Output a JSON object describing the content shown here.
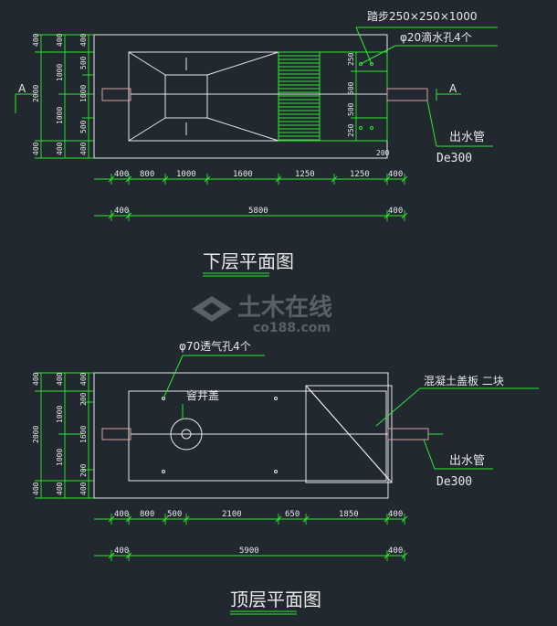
{
  "lower_plan": {
    "title": "下层平面图",
    "step_note": "踏步250×250×1000",
    "drain_hole_note": "φ20滴水孔4个",
    "outlet_pipe_label": "出水管",
    "pipe_size_label": "De300",
    "section_mark": "A",
    "left_dims": {
      "outer": [
        "400",
        "2000",
        "400"
      ],
      "inner": [
        "400",
        "1000",
        "1000",
        "400"
      ],
      "innermost": [
        "500",
        "1000",
        "500"
      ]
    },
    "right_dims": [
      "250",
      "500",
      "500",
      "250"
    ],
    "small_dim": "200",
    "bottom_dims_row1": [
      "400",
      "800",
      "1000",
      "1600",
      "1250",
      "1250",
      "400"
    ],
    "bottom_dims_row2": [
      "400",
      "5800",
      "400"
    ]
  },
  "top_plan": {
    "title": "顶层平面图",
    "vent_hole_note": "φ70透气孔4个",
    "manhole_cover_label": "窨井盖",
    "cover_slab_note": "混凝土盖板 二块",
    "outlet_pipe_label": "出水管",
    "pipe_size_label": "De300",
    "left_dims": {
      "outer": [
        "400",
        "2000",
        "400"
      ],
      "inner": [
        "400",
        "1000",
        "1000",
        "400"
      ],
      "innermost": [
        "200",
        "1600",
        "200"
      ]
    },
    "bottom_dims_row1": [
      "400",
      "800",
      "500",
      "2100",
      "650",
      "1850",
      "400"
    ],
    "bottom_dims_row2": [
      "400",
      "5900",
      "400"
    ]
  },
  "watermark": {
    "cn": "土木在线",
    "en": "co188.com"
  },
  "colors": {
    "background": "#212830",
    "outline": "#e8e8e8",
    "dimension": "#2ee82e",
    "pipe": "#d9a0a0"
  }
}
